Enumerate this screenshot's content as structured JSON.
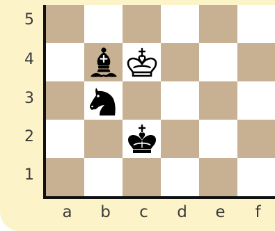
{
  "board": {
    "ranks": [
      "5",
      "4",
      "3",
      "2",
      "1"
    ],
    "files": [
      "a",
      "b",
      "c",
      "d",
      "e",
      "f"
    ],
    "colors": {
      "dark_square": "#c8b193",
      "light_square": "#ffffff",
      "frame": "#fdf3c9",
      "border": "#111111"
    },
    "pieces": [
      {
        "name": "black-bishop",
        "color": "black",
        "type": "bishop",
        "square": "b4",
        "icon": "black-bishop-icon"
      },
      {
        "name": "white-king",
        "color": "white",
        "type": "king",
        "square": "c4",
        "icon": "white-king-icon"
      },
      {
        "name": "black-knight",
        "color": "black",
        "type": "knight",
        "square": "b3",
        "icon": "black-knight-icon"
      },
      {
        "name": "black-king",
        "color": "black",
        "type": "king",
        "square": "c2",
        "icon": "black-king-icon"
      }
    ]
  }
}
